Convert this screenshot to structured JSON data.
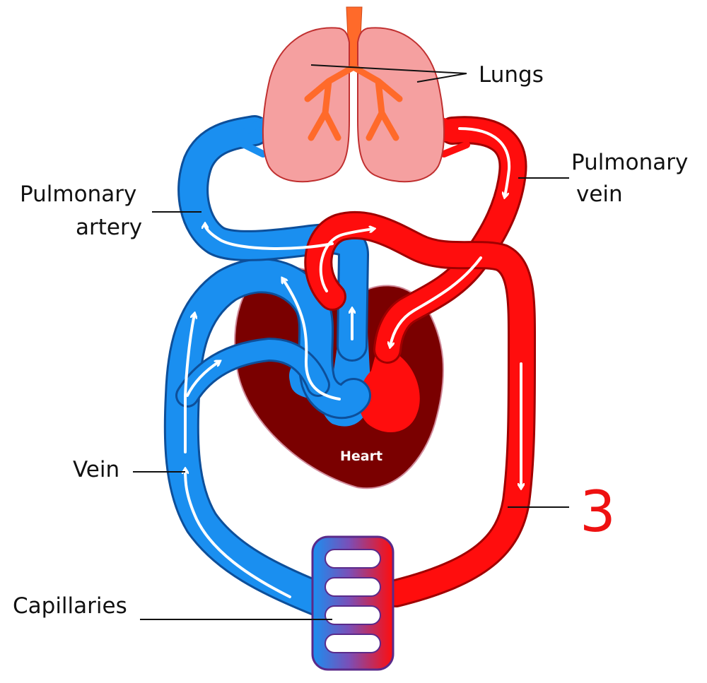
{
  "colors": {
    "oxygen_poor": "#1a8ff0",
    "oxygen_poor_edge": "#0d4f9a",
    "oxygen_rich": "#ff0d0d",
    "oxygen_rich_edge": "#a00000",
    "heart": "#7a0000",
    "lungs": "#f5a0a0",
    "bronchi": "#ff6a2a",
    "answer": "#ee1111"
  },
  "icons": [
    "lungs-icon",
    "heart-icon",
    "capillary-bed-icon",
    "flow-arrow-icon"
  ],
  "labels": {
    "lungs": "Lungs",
    "pulmonary_vein_1": "Pulmonary",
    "pulmonary_vein_2": "vein",
    "pulmonary_artery_1": "Pulmonary",
    "pulmonary_artery_2": "artery",
    "heart": "Heart",
    "vein": "Vein",
    "capillaries": "Capillaries",
    "answer": "3"
  }
}
